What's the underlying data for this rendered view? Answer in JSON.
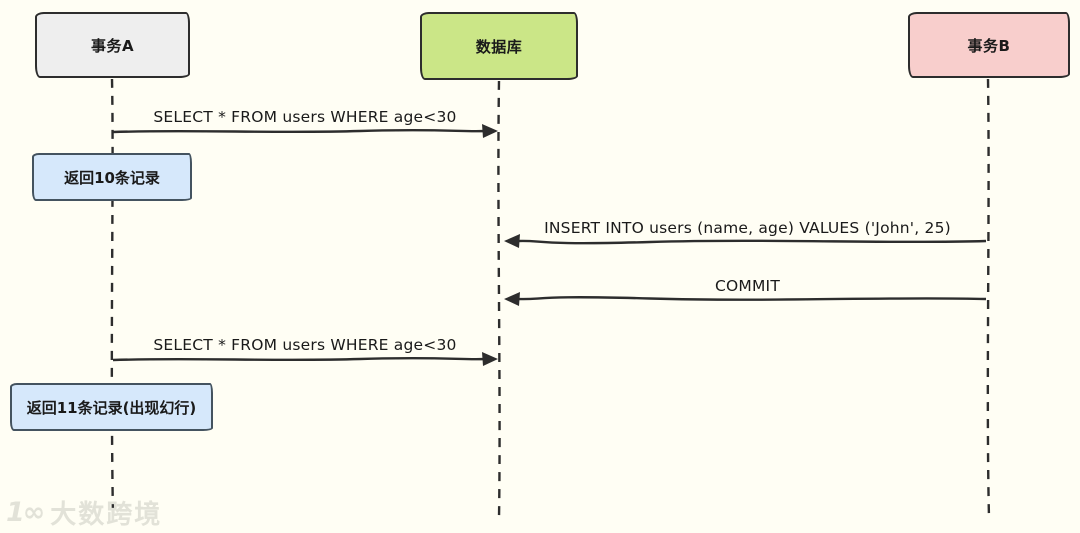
{
  "diagram": {
    "type": "sequence-diagram",
    "background_color": "#fffef4",
    "stroke_color": "#2d2d2d",
    "actors": [
      {
        "id": "transaction-a",
        "label": "事务A",
        "fill": "#eeeeee"
      },
      {
        "id": "database",
        "label": "数据库",
        "fill": "#cbe687"
      },
      {
        "id": "transaction-b",
        "label": "事务B",
        "fill": "#f8cecc"
      }
    ],
    "messages": [
      {
        "from": "事务A",
        "to": "数据库",
        "direction": "right",
        "text": "SELECT * FROM users WHERE age<30"
      },
      {
        "from": "事务B",
        "to": "数据库",
        "direction": "left",
        "text": "INSERT INTO users (name, age) VALUES ('John', 25)"
      },
      {
        "from": "事务B",
        "to": "数据库",
        "direction": "left",
        "text": "COMMIT"
      },
      {
        "from": "事务A",
        "to": "数据库",
        "direction": "right",
        "text": "SELECT * FROM users WHERE age<30"
      }
    ],
    "notes": [
      {
        "on": "事务A",
        "text": "返回10条记录",
        "fill": "#d6e8fb",
        "border": "#44535f"
      },
      {
        "on": "事务A",
        "text": "返回11条记录(出现幻行)",
        "fill": "#d6e8fb",
        "border": "#44535f"
      }
    ],
    "watermark": {
      "logo": "1∞",
      "text": "大数跨境"
    }
  }
}
